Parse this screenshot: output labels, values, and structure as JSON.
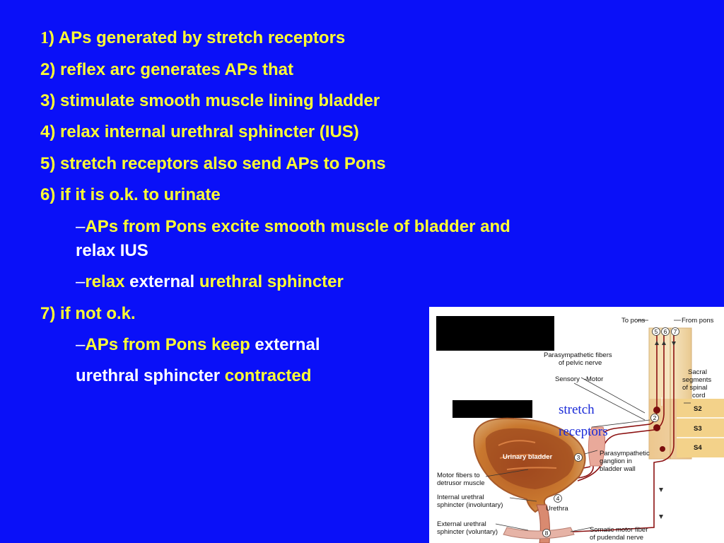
{
  "bullets": {
    "b1_num": "1",
    "b1_text": ") APs generated by stretch receptors",
    "b2": "2) reflex arc generates APs that",
    "b3": "3) stimulate smooth muscle lining bladder",
    "b4": "4) relax internal urethral sphincter (IUS)",
    "b5": "5) stretch receptors also send APs to Pons",
    "b6": "6) if it is o.k. to urinate",
    "b6a_dash": "–",
    "b6a_l1": "APs from Pons excite smooth muscle of bladder and",
    "b6a_l2": "relax IUS",
    "b6b_dash": "–",
    "b6b_a": "relax",
    "b6b_b": " external ",
    "b6b_c": "urethral sphincter",
    "b7": "7) if not o.k.",
    "b7a_dash": "–",
    "b7a_a": "APs from Pons keep",
    "b7a_b": " external",
    "b7b_a": "urethral sphincter ",
    "b7b_b": "contracted"
  },
  "figure": {
    "to_pons": "To pons",
    "from_pons": "From pons",
    "parasym_fibers_l1": "Parasympathetic fibers",
    "parasym_fibers_l2": "of pelvic nerve",
    "sensory": "Sensory",
    "motor": "Motor",
    "sacral_l1": "Sacral",
    "sacral_l2": "segments",
    "sacral_l3": "of spinal",
    "sacral_l4": "cord",
    "s2": "S2",
    "s3": "S3",
    "s4": "S4",
    "stretch_l1": "stretch",
    "stretch_l2": "receptors",
    "urinary_bladder": "Urinary bladder",
    "ganglion_l1": "Parasympathetic",
    "ganglion_l2": "ganglion in",
    "ganglion_l3": "bladder wall",
    "motor_fibers_l1": "Motor fibers to",
    "motor_fibers_l2": "detrusor muscle",
    "internal_l1": "Internal urethral",
    "internal_l2": "sphincter (involuntary)",
    "urethra": "Urethra",
    "external_l1": "External urethral",
    "external_l2": "sphincter (voluntary)",
    "somatic_l1": "Somatic motor fiber",
    "somatic_l2": "of pudendal nerve",
    "n2": "2",
    "n3": "3",
    "n4": "4",
    "n5": "5",
    "n6": "6",
    "n7": "7",
    "n8": "8"
  },
  "colors": {
    "background": "#0a10f8",
    "bullet_text": "#ffff33",
    "white_text": "#ffffff",
    "nerve": "#8b1010",
    "bladder": "#c8742a",
    "stretch_label": "#1a2ad8"
  }
}
